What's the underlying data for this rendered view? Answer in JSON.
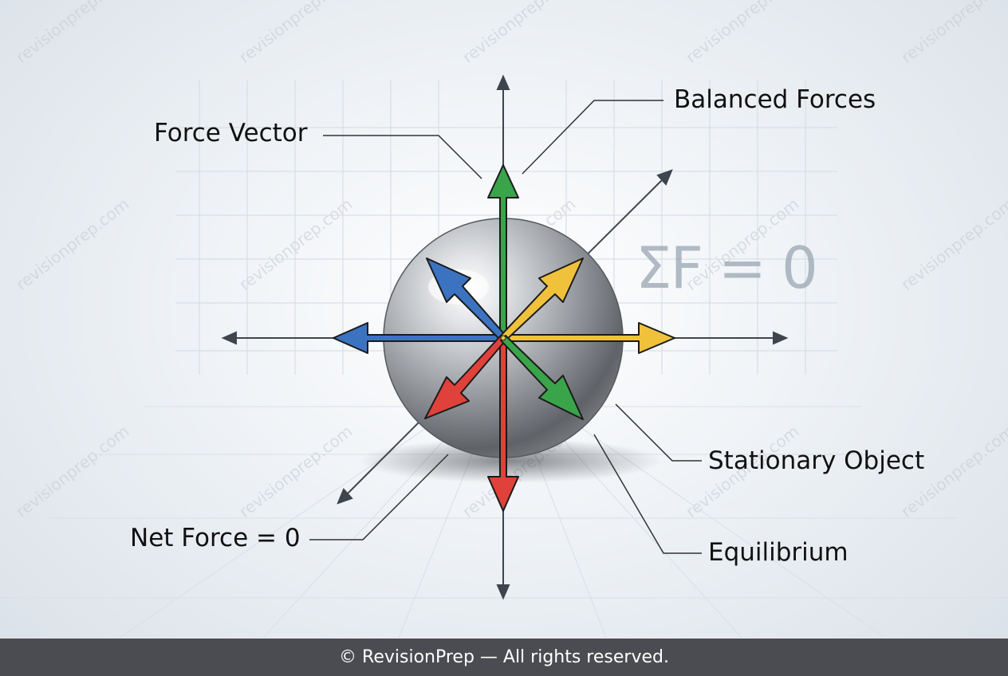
{
  "labels": {
    "force_vector": "Force Vector",
    "balanced_forces": "Balanced Forces",
    "stationary_object": "Stationary Object",
    "equilibrium": "Equilibrium",
    "net_force": "Net Force = 0",
    "equation": "ΣF = 0"
  },
  "footer": {
    "text": "© RevisionPrep — All rights reserved."
  },
  "watermark": {
    "text": "revisionprep.com"
  },
  "colors": {
    "green": "#3aa44b",
    "blue": "#3b73c0",
    "yellow": "#f0c13a",
    "red": "#e0413a",
    "axis": "#3e454d",
    "sphere": "#9a9ea3"
  },
  "arrows": [
    {
      "name": "up-force-arrow",
      "color": "green"
    },
    {
      "name": "down-force-arrow",
      "color": "red"
    },
    {
      "name": "left-force-arrow",
      "color": "blue"
    },
    {
      "name": "right-force-arrow",
      "color": "yellow"
    },
    {
      "name": "upper-left-force-arrow",
      "color": "blue"
    },
    {
      "name": "upper-right-force-arrow",
      "color": "yellow"
    },
    {
      "name": "lower-left-force-arrow",
      "color": "red"
    },
    {
      "name": "lower-right-force-arrow",
      "color": "green"
    }
  ]
}
